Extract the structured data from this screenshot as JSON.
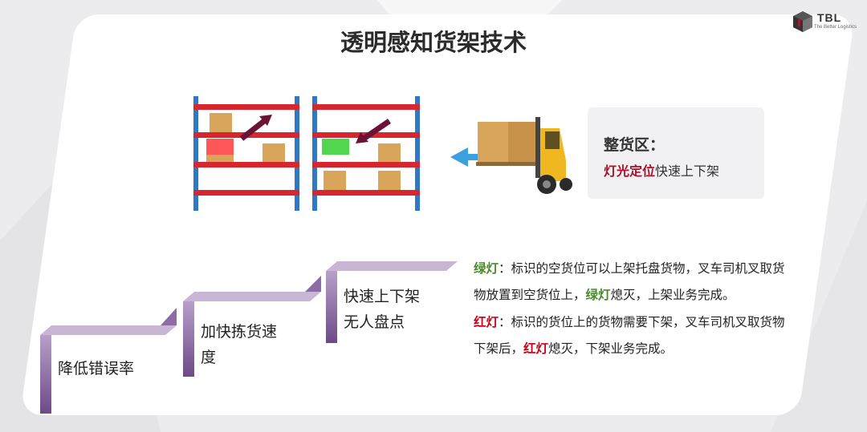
{
  "title": "透明感知货架技术",
  "logo": {
    "name": "TBL",
    "tagline": "The Better Logistics"
  },
  "zone": {
    "title": "整货区：",
    "highlight": "灯光定位",
    "rest": "快速上下架"
  },
  "steps": {
    "step1": "降低错误率",
    "step2_line1": "加快拣货速",
    "step2_line2": "度",
    "step3_line1": "快速上下架",
    "step3_line2": "无人盘点"
  },
  "green_rule": {
    "label": "绿灯",
    "text1": "：标识的空货位可以上架托盘货物，叉车司机叉取货",
    "text2a": "物放置到空货位上，",
    "label2": "绿灯",
    "text2b": "熄灭，上架业务完成。"
  },
  "red_rule": {
    "label": "红灯",
    "text1": "：标识的货位上的货物需要下架，叉车司机叉取货物",
    "text2a": "下架后，",
    "label2": "红灯",
    "text2b": "熄灭，下架业务完成。"
  },
  "colors": {
    "accent_green": "#4a8b2e",
    "accent_red": "#d0021b",
    "step_purple": "#7d5a96"
  },
  "icons": [
    "shelf-illustration",
    "forklift-illustration",
    "arrow-left-icon",
    "logo-cube-icon"
  ]
}
